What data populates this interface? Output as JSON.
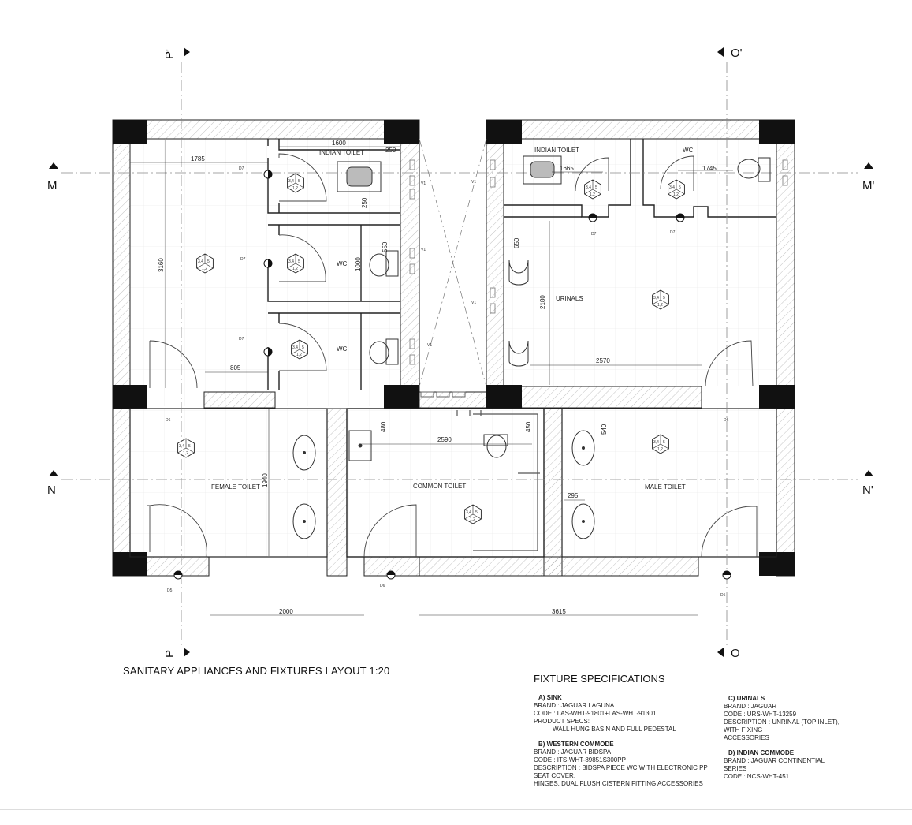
{
  "drawing": {
    "title": "SANITARY APPLIANCES AND FIXTURES LAYOUT  1:20",
    "axes": {
      "top_left": "P'",
      "top_right": "O'",
      "bottom_left": "P",
      "bottom_right": "O",
      "left_upper": "M",
      "right_upper": "M'",
      "left_lower": "N",
      "right_lower": "N'"
    },
    "rooms": {
      "indian_toilet_left": "INDIAN TOILET",
      "wc_left_1": "WC",
      "wc_left_2": "WC",
      "indian_toilet_right": "INDIAN TOILET",
      "wc_right": "WC",
      "urinals": "URINALS",
      "female_toilet": "FEMALE TOILET",
      "common_toilet": "COMMON TOILET",
      "male_toilet": "MALE TOILET"
    },
    "dimensions": {
      "d1785": "1785",
      "d1600": "1600",
      "d250a": "250",
      "d250b": "250",
      "d3160": "3160",
      "d550": "550",
      "d1000": "1000",
      "d805": "805",
      "d1665": "1665",
      "d1745": "1745",
      "d650": "650",
      "d2180": "2180",
      "d2570": "2570",
      "d480": "480",
      "d2590": "2590",
      "d450": "450",
      "d540": "540",
      "d295": "295",
      "d1940": "1940",
      "d2000": "2000",
      "d3615": "3615"
    },
    "tags": {
      "d7": "D7",
      "d6": "D6",
      "d5": "D5",
      "v1": "V1",
      "tile": [
        "3,4",
        "5",
        "1,2"
      ]
    }
  },
  "specs": {
    "heading": "FIXTURE SPECIFICATIONS",
    "a_title": "A)    SINK",
    "a_lines": [
      "BRAND : JAGUAR LAGUNA",
      "CODE : LAS-WHT-91801+LAS-WHT-91301",
      "PRODUCT SPECS:"
    ],
    "a_indent": "WALL HUNG BASIN AND FULL PEDESTAL",
    "b_title": "B)    WESTERN COMMODE",
    "b_lines": [
      "BRAND : JAGUAR BIDSPA",
      "CODE : ITS-WHT-89851S300PP",
      "DESCRIPTION : BIDSPA PIECE WC WITH ELECTRONIC PP",
      "SEAT COVER,",
      "HINGES, DUAL FLUSH CISTERN FITTING ACCESSORIES"
    ],
    "c_title": "C) URINALS",
    "c_lines": [
      "BRAND : JAGUAR",
      "CODE : URS-WHT-13259",
      "DESCRIPTION : UNRINAL (TOP INLET),",
      "WITH FIXING",
      "ACCESSORIES"
    ],
    "d_title": "D) INDIAN COMMODE",
    "d_lines": [
      "BRAND : JAGUAR CONTINENTIAL",
      "SERIES",
      "CODE : NCS-WHT-451"
    ]
  }
}
